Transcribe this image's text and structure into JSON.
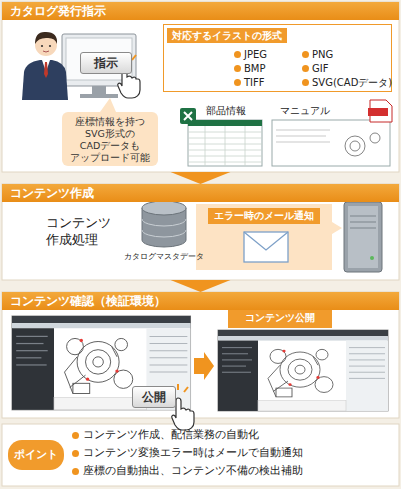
{
  "diagram": {
    "nodes": [
      {
        "text": [
          "カタログ発行指示"
        ]
      },
      {
        "text": [
          "指示"
        ],
        "in": 0
      },
      {
        "text": [
          "対応するイラストの形式",
          "JPEG",
          "PNG",
          "BMP",
          "GIF",
          "TIFF",
          "SVG(CADデータ)"
        ],
        "in": 0
      },
      {
        "text": [
          "座標情報を持つ SVG形式の CADデータも アップロード可能"
        ],
        "in": 0
      },
      {
        "text": [
          "コンテンツ作成"
        ]
      },
      {
        "text": [
          "エラー時のメール通知"
        ],
        "in": 4
      },
      {
        "text": [
          "コンテンツ確認（検証環境）"
        ]
      },
      {
        "text": [
          "公開"
        ],
        "in": 6
      },
      {
        "text": [
          "コンテンツ公開"
        ],
        "in": 6
      },
      {
        "text": [
          "ポイント"
        ]
      }
    ],
    "edges": [
      {
        "from": 0,
        "to": 4,
        "arrow": "to"
      },
      {
        "from": 4,
        "to": 6,
        "arrow": "to"
      }
    ],
    "labels": [
      "部品情報",
      "マニュアル",
      "コンテンツ 作成処理",
      "カタログマスタデータ",
      "コンテンツ作成、配信業務の自動化",
      "コンテンツ変換エラー時はメールで自動通知",
      "座標の自動抽出、コンテンツ不備の検出補助"
    ]
  }
}
